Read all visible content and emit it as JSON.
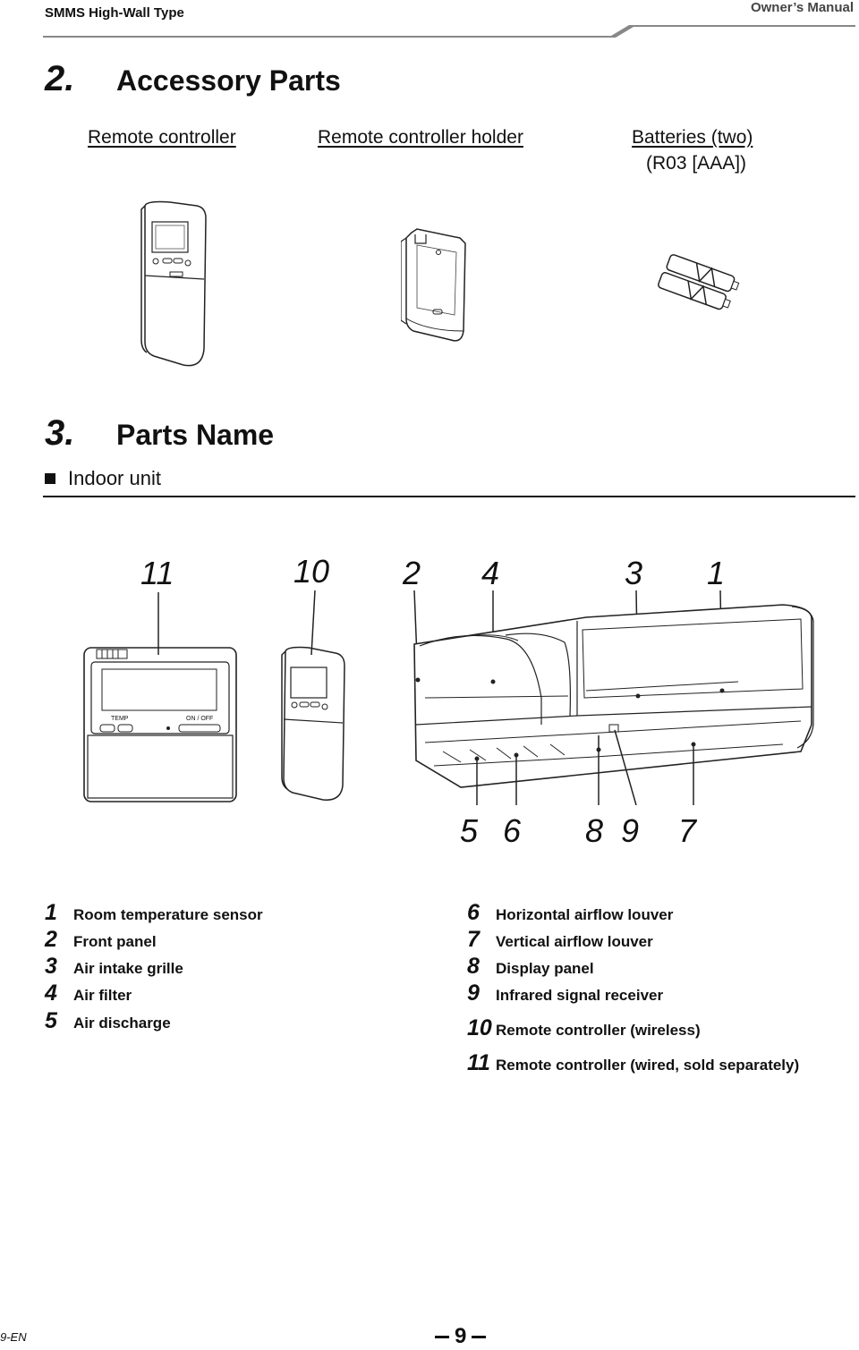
{
  "header": {
    "left": "SMMS High-Wall Type",
    "right": "Owner’s Manual"
  },
  "section2": {
    "number": "2.",
    "title": "Accessory Parts",
    "items": [
      "Remote controller",
      "Remote controller holder",
      "Batteries (two)"
    ],
    "battery_sub": "(R03 [AAA])"
  },
  "section3": {
    "number": "3.",
    "title": "Parts Name",
    "subheading": "Indoor unit"
  },
  "callouts": {
    "top": [
      "11",
      "10",
      "2",
      "4",
      "3",
      "1"
    ],
    "bottom": [
      "5",
      "6",
      "8",
      "9",
      "7"
    ]
  },
  "remote_wired": {
    "temp": "TEMP",
    "onoff": "ON / OFF"
  },
  "legend": {
    "left": [
      {
        "n": "1",
        "label": "Room temperature sensor"
      },
      {
        "n": "2",
        "label": "Front panel"
      },
      {
        "n": "3",
        "label": "Air intake grille"
      },
      {
        "n": "4",
        "label": "Air filter"
      },
      {
        "n": "5",
        "label": "Air discharge"
      }
    ],
    "right": [
      {
        "n": "6",
        "label": "Horizontal airflow louver"
      },
      {
        "n": "7",
        "label": "Vertical airflow louver"
      },
      {
        "n": "8",
        "label": "Display panel"
      },
      {
        "n": "9",
        "label": "Infrared signal receiver"
      },
      {
        "n": "10",
        "label": "Remote controller (wireless)"
      },
      {
        "n": "11",
        "label": "Remote controller (wired, sold separately)"
      }
    ]
  },
  "footer": {
    "code": "9-EN",
    "page": "9"
  }
}
